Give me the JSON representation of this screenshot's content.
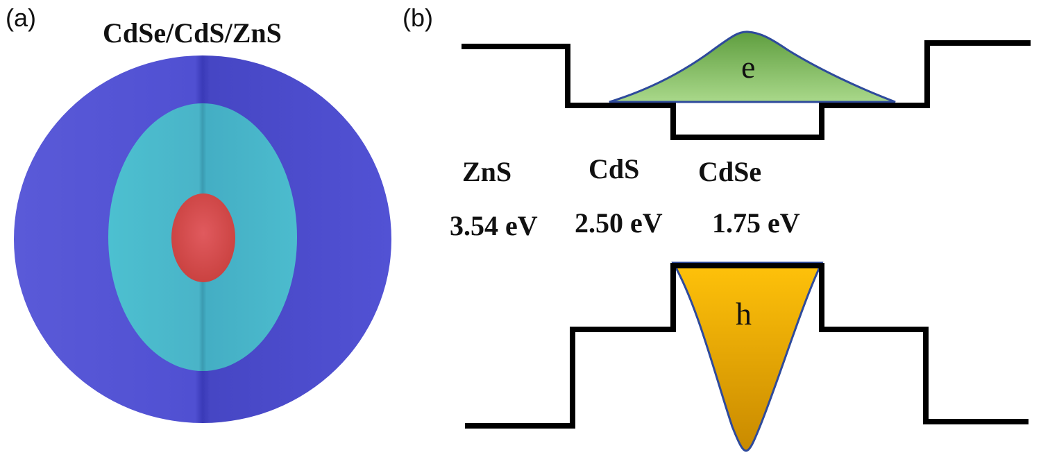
{
  "panel_a": {
    "label": "(a)",
    "title": "CdSe/CdS/ZnS",
    "colors": {
      "outer_shell": "#5454d6",
      "middle_shell": "#47b9cb",
      "core": "#d44b50"
    }
  },
  "panel_b": {
    "label": "(b)",
    "materials": [
      {
        "name": "ZnS",
        "band_gap": "3.54 eV"
      },
      {
        "name": "CdS",
        "band_gap": "2.50 eV"
      },
      {
        "name": "CdSe",
        "band_gap": "1.75 eV"
      }
    ],
    "electron_label": "e",
    "hole_label": "h",
    "colors": {
      "band_line": "#000000",
      "electron_fill_top": "#5f9e3f",
      "electron_fill_bottom": "#a9d88a",
      "hole_fill_top": "#ffc20a",
      "hole_fill_bottom": "#c98a00",
      "wavefunction_outline": "#2e4a9c"
    }
  }
}
